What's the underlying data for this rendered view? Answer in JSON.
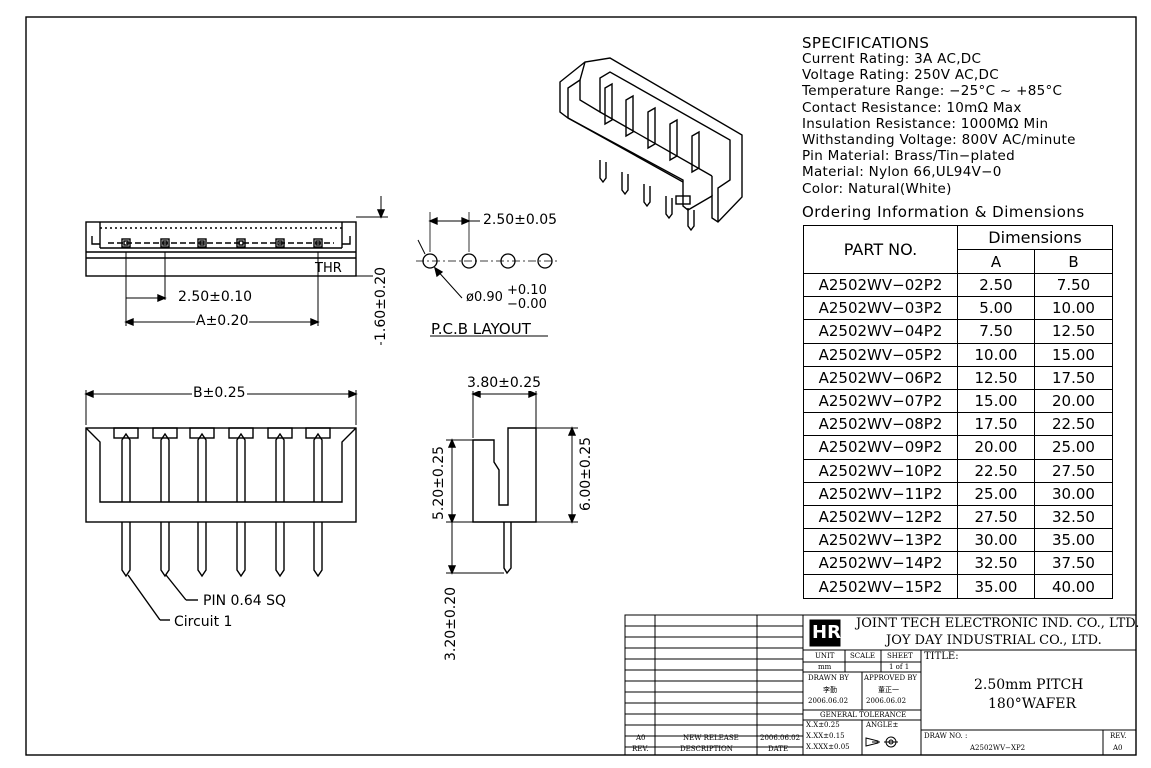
{
  "specifications": {
    "title": "SPECIFICATIONS",
    "lines": [
      "Current Rating: 3A AC,DC",
      "Voltage Rating: 250V AC,DC",
      "Temperature Range: −25°C ~ +85°C",
      "Contact Resistance: 10mΩ Max",
      "Insulation Resistance: 1000MΩ Min",
      "Withstanding Voltage: 800V AC/minute",
      "Pin Material: Brass/Tin−plated",
      "Material: Nylon 66,UL94V−0",
      "Color: Natural(White)"
    ]
  },
  "ordering": {
    "title": "Ordering Information & Dimensions",
    "part_header": "PART NO.",
    "dims_header": "Dimensions",
    "col_a": "A",
    "col_b": "B",
    "rows": [
      {
        "part": "A2502WV−02P2",
        "a": "2.50",
        "b": "7.50"
      },
      {
        "part": "A2502WV−03P2",
        "a": "5.00",
        "b": "10.00"
      },
      {
        "part": "A2502WV−04P2",
        "a": "7.50",
        "b": "12.50"
      },
      {
        "part": "A2502WV−05P2",
        "a": "10.00",
        "b": "15.00"
      },
      {
        "part": "A2502WV−06P2",
        "a": "12.50",
        "b": "17.50"
      },
      {
        "part": "A2502WV−07P2",
        "a": "15.00",
        "b": "20.00"
      },
      {
        "part": "A2502WV−08P2",
        "a": "17.50",
        "b": "22.50"
      },
      {
        "part": "A2502WV−09P2",
        "a": "20.00",
        "b": "25.00"
      },
      {
        "part": "A2502WV−10P2",
        "a": "22.50",
        "b": "27.50"
      },
      {
        "part": "A2502WV−11P2",
        "a": "25.00",
        "b": "30.00"
      },
      {
        "part": "A2502WV−12P2",
        "a": "27.50",
        "b": "32.50"
      },
      {
        "part": "A2502WV−13P2",
        "a": "30.00",
        "b": "35.00"
      },
      {
        "part": "A2502WV−14P2",
        "a": "32.50",
        "b": "37.50"
      },
      {
        "part": "A2502WV−15P2",
        "a": "35.00",
        "b": "40.00"
      }
    ]
  },
  "dims": {
    "pitch_top": "2.50±0.10",
    "a_dim": "A±0.20",
    "height_160": "1.60±0.20",
    "thr": "THR",
    "pcb_pitch": "2.50±0.05",
    "pcb_hole": "ø0.90",
    "pcb_hole_plus": "+0.10",
    "pcb_hole_minus": "−0.00",
    "pcb_layout": "P.C.B LAYOUT",
    "b_dim": "B±0.25",
    "pin_label": "PIN 0.64 SQ",
    "circuit_label": "Circuit 1",
    "side_width": "3.80±0.25",
    "side_520": "5.20±0.25",
    "side_600": "6.00±0.25",
    "side_320": "3.20±0.20"
  },
  "title_block": {
    "company_1": "JOINT TECH ELECTRONIC IND. CO., LTD.",
    "company_2": "JOY DAY INDUSTRIAL CO., LTD.",
    "unit_label": "UNIT",
    "unit_value": "mm",
    "scale_label": "SCALE",
    "sheet_label": "SHEET",
    "sheet_value": "1 of 1",
    "title_label": "TITLE:",
    "title_line1": "2.50mm PITCH",
    "title_line2": "180°WAFER",
    "drawn_by": "DRAWN BY",
    "drawn_name": "李勤",
    "drawn_date": "2006.06.02",
    "approved_by": "APPROVED BY",
    "approved_name": "董正一",
    "approved_date": "2006.06.02",
    "general_tolerance": "GENERAL TOLERANCE",
    "tol_1": "X.X±0.25",
    "tol_2": "X.XX±0.15",
    "tol_3": "X.XXX±0.05",
    "angle": "ANGLE±",
    "draw_no_label": "DRAW NO. :",
    "draw_no": "A2502WV−XP2",
    "rev_label": "REV.",
    "rev_value": "A0",
    "rev_row_rev": "A0",
    "rev_row_desc": "NEW RELEASE",
    "rev_row_date": "2006.06.02",
    "hdr_rev": "REV.",
    "hdr_desc": "DESCRIPTION",
    "hdr_date": "DATE"
  }
}
